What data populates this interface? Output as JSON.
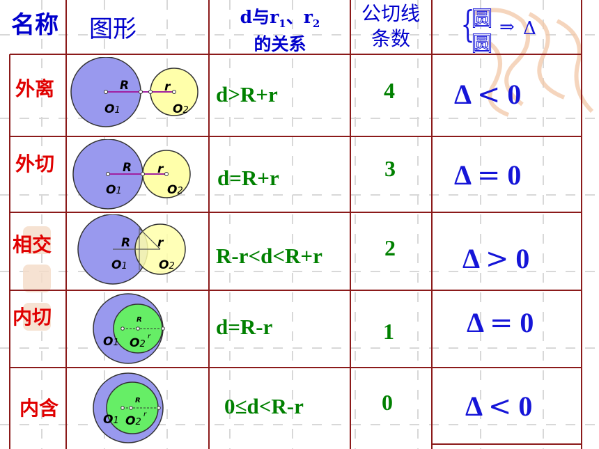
{
  "header": {
    "name_col": "名称",
    "figure_col": "图形",
    "relation_col": {
      "line1_pre": "d与r",
      "sub1": "1",
      "sep": "、r",
      "sub2": "2",
      "line2": "的关系"
    },
    "tangent_col": {
      "line1": "公切线",
      "line2": "条数"
    },
    "disc_col": {
      "brace_top": "圆",
      "brace_bottom": "圆",
      "arrow": "⇒",
      "delta": "Δ"
    }
  },
  "rows": [
    {
      "name": "外离",
      "relation": "d>R+r",
      "count": "4",
      "delta": "Δ",
      "op": "<",
      "zero": "0",
      "fig": {
        "big_label": "R",
        "small_label": "r",
        "o1": "O",
        "o1_sub": "1",
        "o2": "O",
        "o2_sub": "2"
      }
    },
    {
      "name": "外切",
      "relation": "d=R+r",
      "count": "3",
      "delta": "Δ",
      "op": "=",
      "zero": "0",
      "fig": {
        "big_label": "R",
        "small_label": "r",
        "o1": "O",
        "o1_sub": "1",
        "o2": "O",
        "o2_sub": "2"
      }
    },
    {
      "name": "相交",
      "relation": "R-r<d<R+r",
      "count": "2",
      "delta": "Δ",
      "op": ">",
      "zero": "0",
      "fig": {
        "big_label": "R",
        "small_label": "r",
        "o1": "O",
        "o1_sub": "1",
        "o2": "O",
        "o2_sub": "2"
      }
    },
    {
      "name": "内切",
      "relation": "d=R-r",
      "count": "1",
      "delta": "Δ",
      "op": "=",
      "zero": "0",
      "fig": {
        "big_label": "R",
        "small_label": "r",
        "o1": "O",
        "o1_sub": "1",
        "o2": "O",
        "o2_sub": "2"
      }
    },
    {
      "name": "内含",
      "relation": "0≤d<R-r",
      "count": "0",
      "delta": "Δ",
      "op": "<",
      "zero": "0",
      "fig": {
        "big_label": "R",
        "small_label": "r",
        "o1": "O",
        "o1_sub": "1",
        "o2": "O",
        "o2_sub": "2"
      }
    }
  ],
  "colors": {
    "big_circle": "#9999ee",
    "small_circle_yellow": "#ffffaa",
    "small_circle_green": "#66ee66",
    "grid": "#8b1a1a",
    "name_text": "#e00000",
    "relation_text": "#008000",
    "header_text": "#0000cc",
    "delta_text": "#1515d8"
  }
}
